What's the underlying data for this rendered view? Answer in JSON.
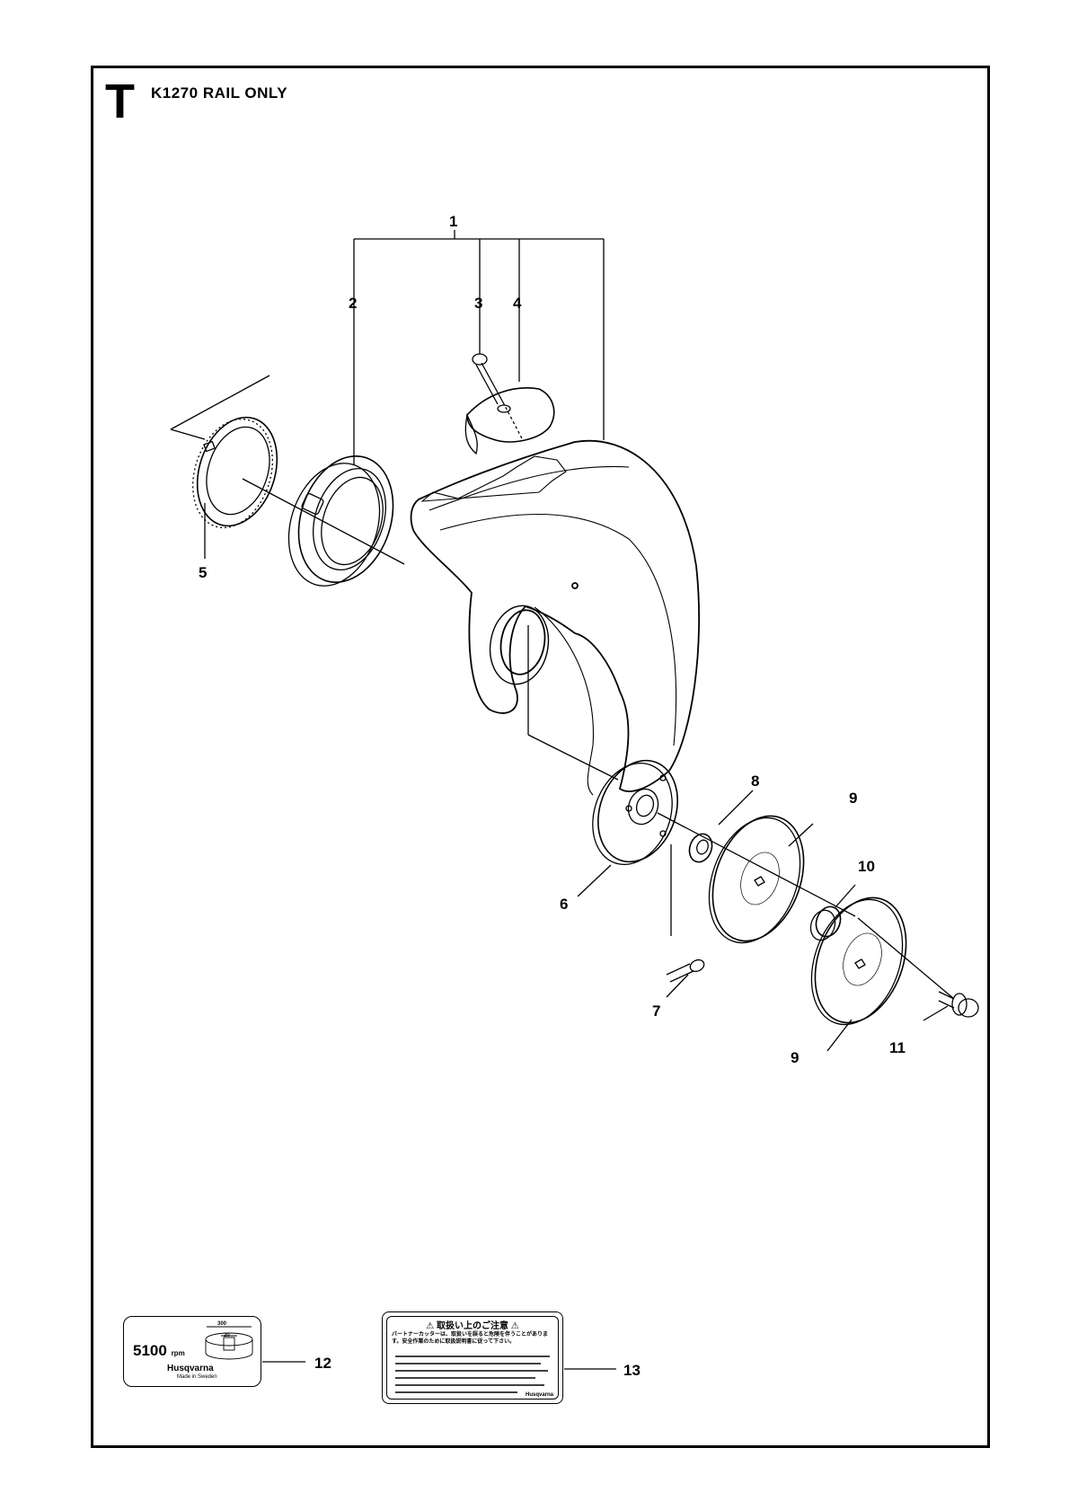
{
  "header": {
    "section_letter": "T",
    "model_title": "K1270 RAIL ONLY"
  },
  "callouts": [
    "1",
    "2",
    "3",
    "4",
    "5",
    "6",
    "7",
    "8",
    "9",
    "10",
    "9",
    "11",
    "12",
    "13"
  ],
  "label_12": {
    "rpm_value": "5100",
    "rpm_unit": "rpm",
    "dim_outer": "300",
    "dim_inner": "20",
    "brand": "Husqvarna",
    "made_in": "Made in Sweden"
  },
  "label_13": {
    "heading": "取扱い上のご注意",
    "intro": "パートナーカッターは、取扱いを誤ると危険を伴うことがあります。安全作業のために取扱説明書に従って下さい。",
    "brand": "Husqvarna"
  }
}
